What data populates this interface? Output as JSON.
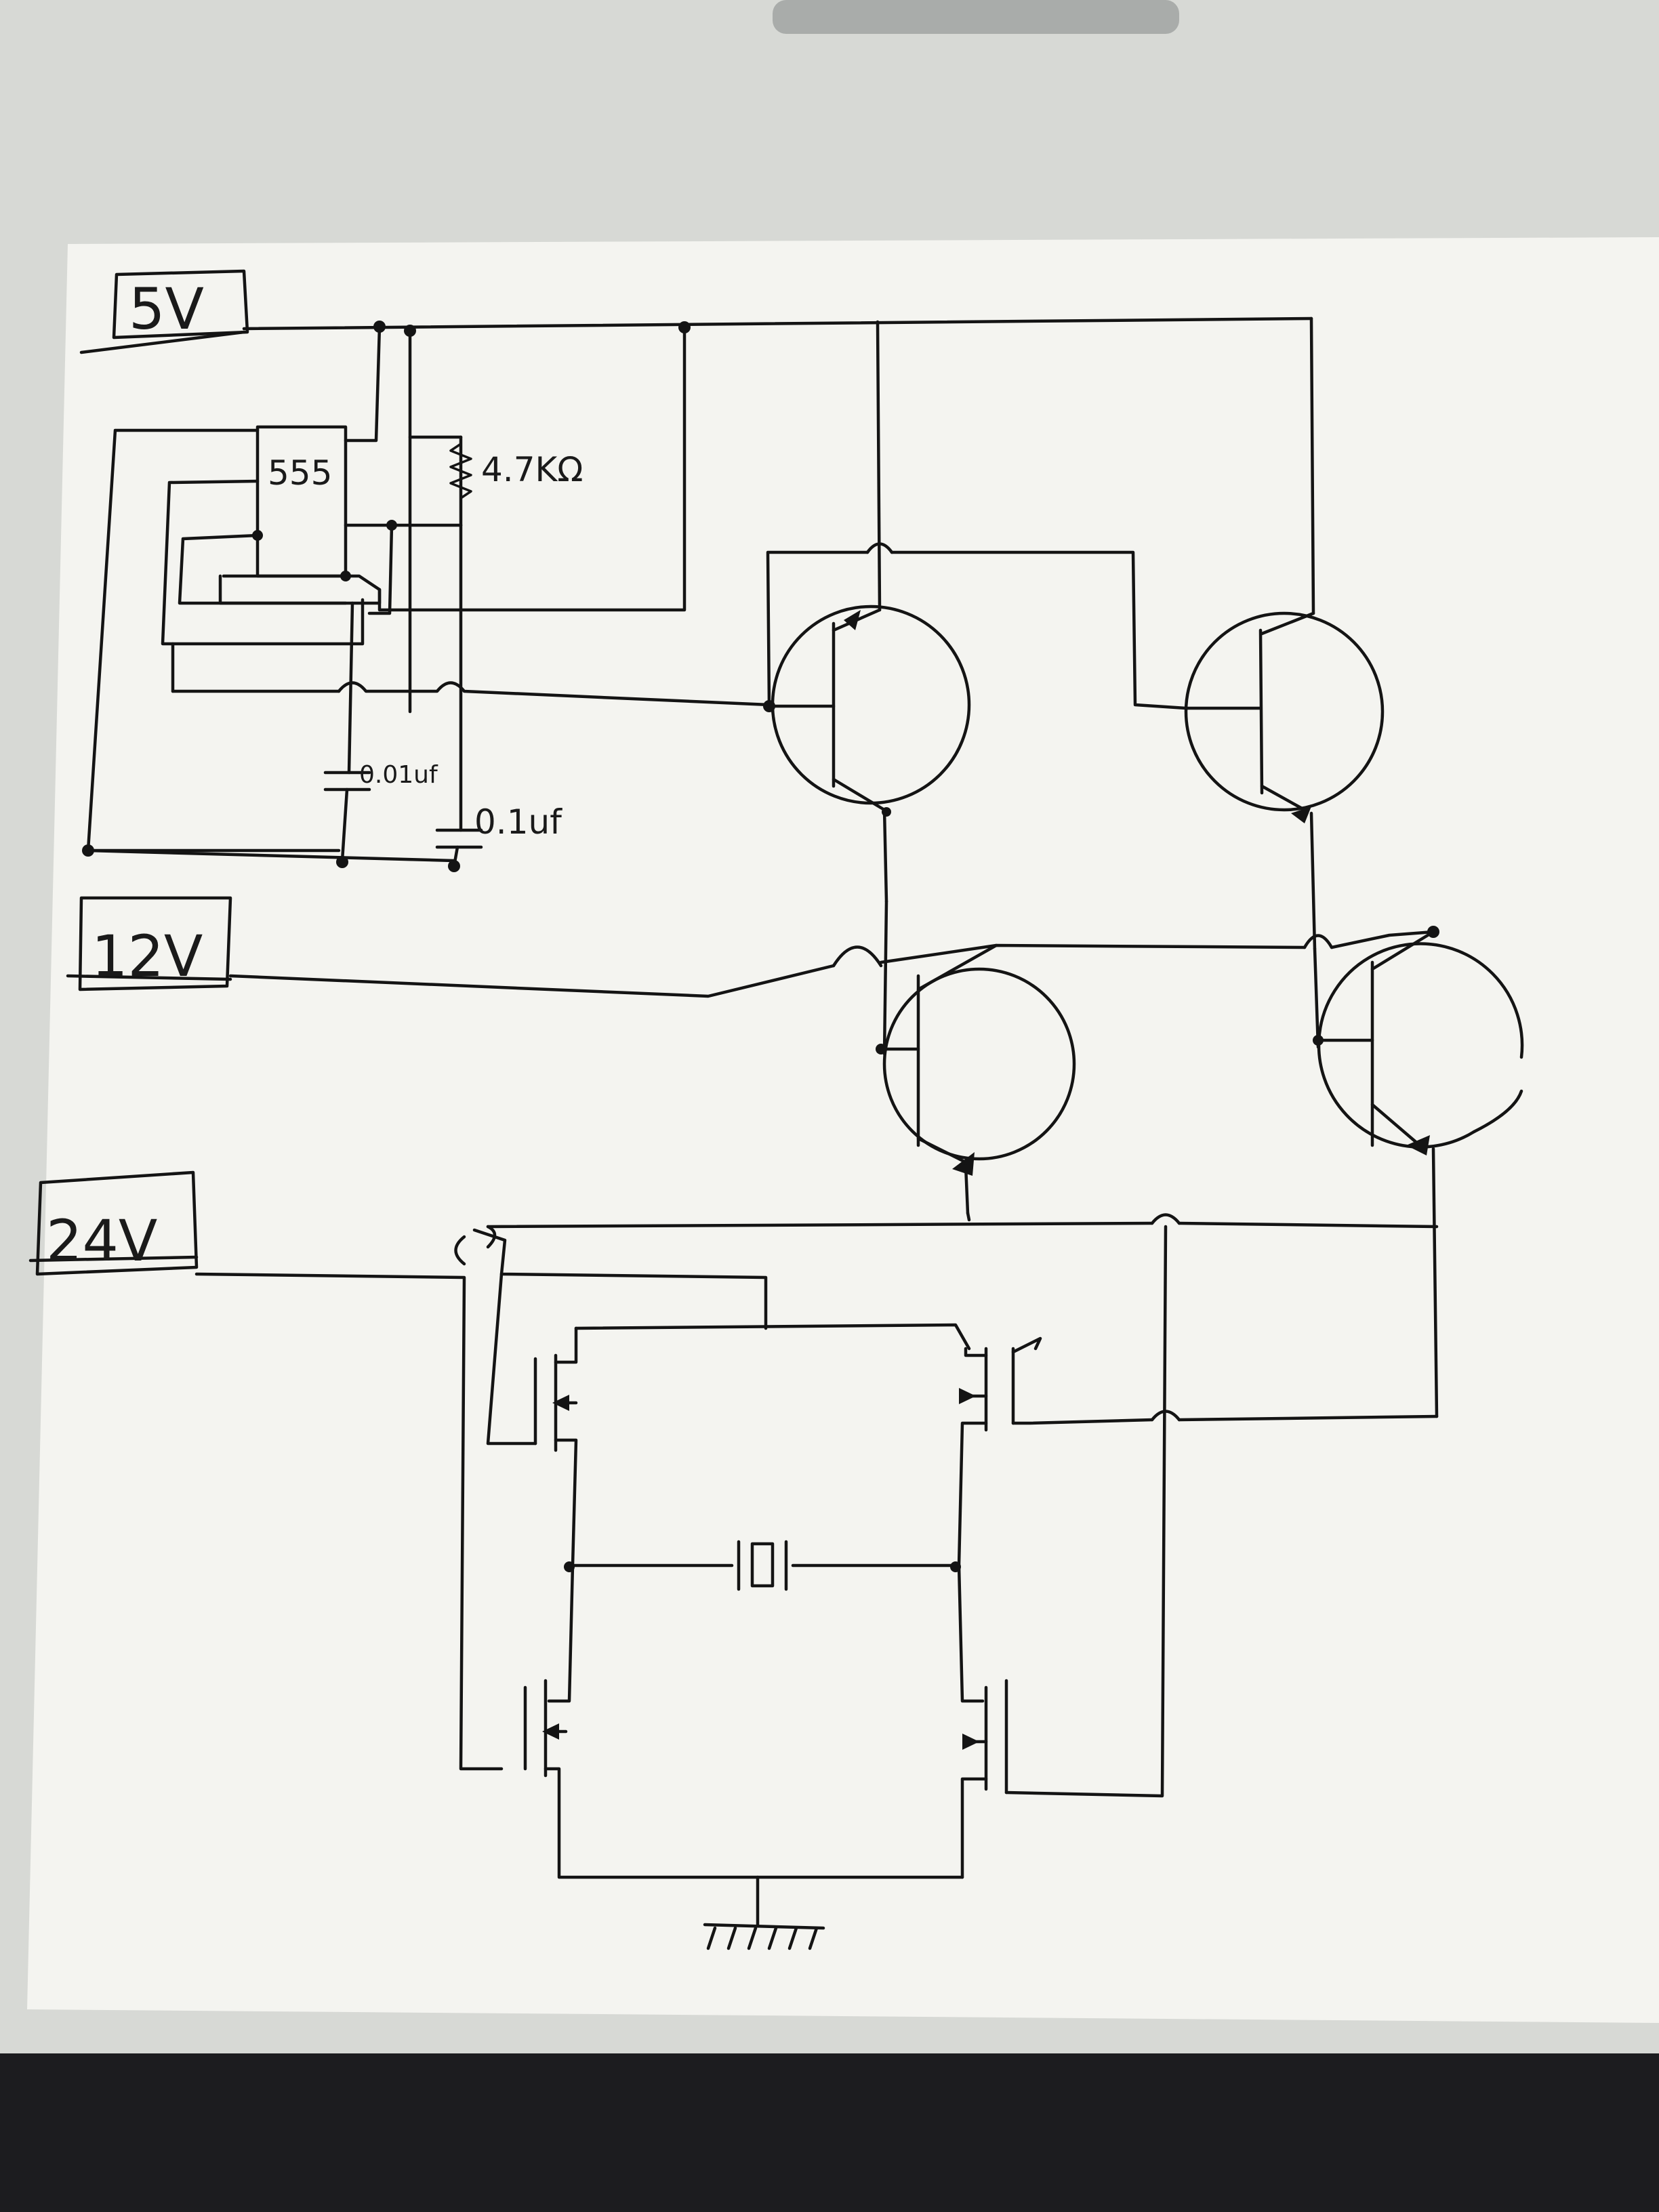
{
  "supply_labels": {
    "v5": "5V",
    "v12": "12V",
    "v24": "24V"
  },
  "components": {
    "timer_ic": "555",
    "resistor": "4.7KΩ",
    "cap_timing": "0.01uf",
    "cap_control": "0.1uf"
  },
  "colors": {
    "ink": "#141414",
    "paper": "#f3f3ef",
    "background_top": "#d9dcd8",
    "laptop_bezel": "#1b1b1d"
  },
  "icon_names": [
    "ground-symbol-icon",
    "crystal-icon",
    "bjt-transistor-icon",
    "mosfet-icon",
    "capacitor-icon",
    "resistor-icon"
  ]
}
